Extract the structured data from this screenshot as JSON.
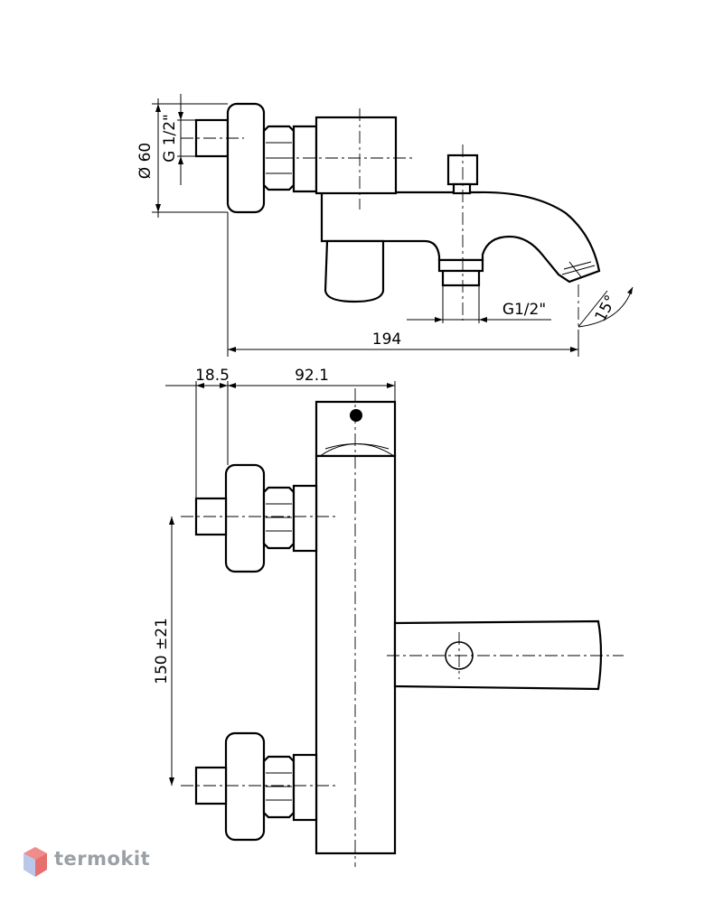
{
  "dimensions": {
    "diameter": "Ø 60",
    "thread_top": "G 1/2\"",
    "thread_outlet": "G1/2\"",
    "angle": "15°",
    "total_length": "194",
    "wall_offset": "18.5",
    "body_depth": "92.1",
    "inlet_spacing": "150 ±21"
  },
  "watermark": {
    "brand": "termokit",
    "icon": "cube-logo-icon"
  }
}
